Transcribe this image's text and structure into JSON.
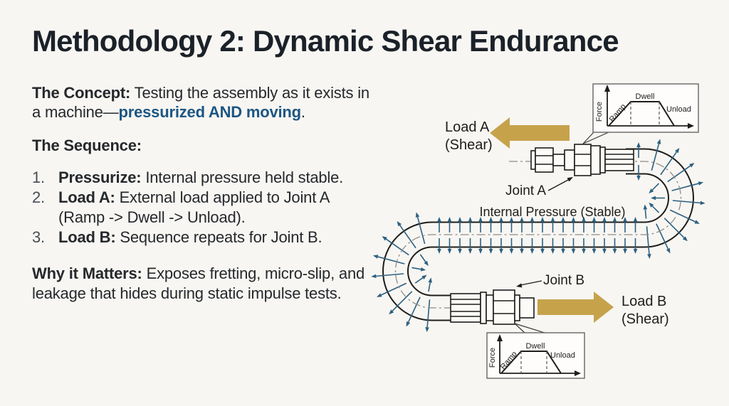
{
  "slide": {
    "title": "Methodology 2: Dynamic Shear Endurance"
  },
  "concept": {
    "lead": "The Concept:",
    "body": " Testing the assembly as it exists in a machine—",
    "highlight": "pressurized AND moving",
    "period": "."
  },
  "sequence": {
    "heading": "The Sequence:",
    "items": [
      {
        "num": "1.",
        "lead": "Pressurize:",
        "text": " Internal pressure held stable."
      },
      {
        "num": "2.",
        "lead": "Load A:",
        "text": " External load applied to Joint A (Ramp -> Dwell -> Unload)."
      },
      {
        "num": "3.",
        "lead": "Load B:",
        "text": " Sequence repeats for Joint B."
      }
    ]
  },
  "why": {
    "lead": "Why it Matters:",
    "text": " Exposes fretting, micro-slip, and leakage that hides during static impulse tests."
  },
  "diagram": {
    "load_a": {
      "line1": "Load A",
      "line2": "(Shear)"
    },
    "load_b": {
      "line1": "Load B",
      "line2": "(Shear)"
    },
    "joint_a_label": "Joint A",
    "joint_b_label": "Joint B",
    "internal_pressure_label": "Internal Pressure (Stable)",
    "graph": {
      "force": "Force",
      "ramp": "Ramp",
      "dwell": "Dwell",
      "unload": "Unload"
    },
    "colors": {
      "load_arrow": "#C6A24B",
      "pressure_arrow": "#2C6081",
      "pressure_label": "#2E6284",
      "highlight_text": "#1B5684",
      "line": "#1d1d1b"
    }
  }
}
